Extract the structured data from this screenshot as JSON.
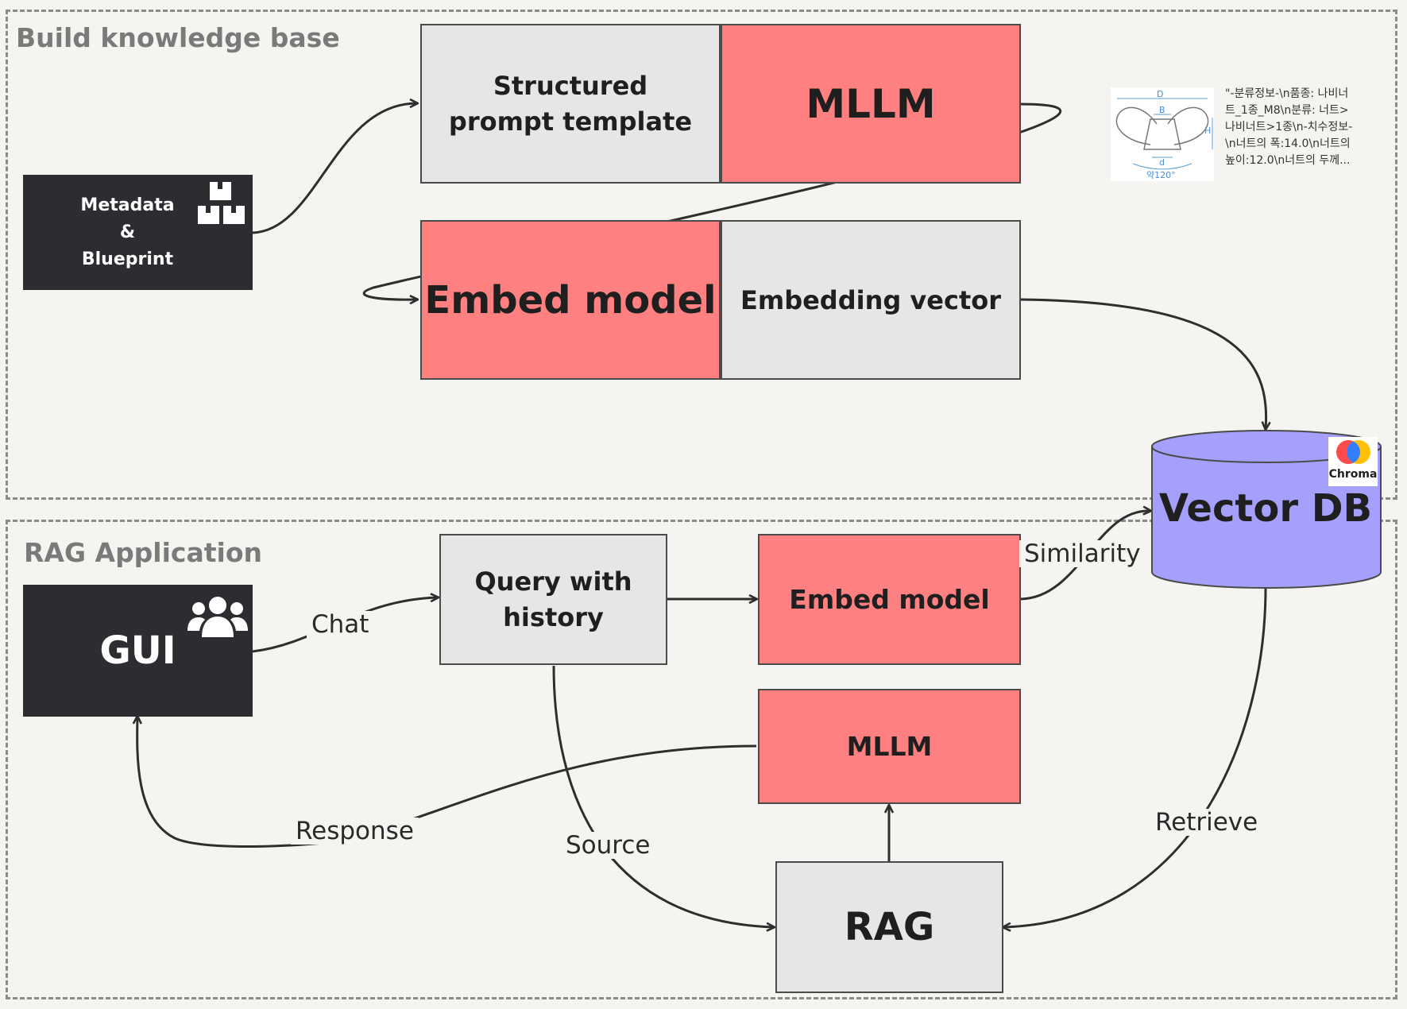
{
  "regions": {
    "build": {
      "label": "Build knowledge base"
    },
    "rag": {
      "label": "RAG Application"
    }
  },
  "build_nodes": {
    "metadata": {
      "label": "Metadata\n&\nBlueprint",
      "icon": "boxes-icon"
    },
    "prompt_template": {
      "label": "Structured prompt template"
    },
    "mllm": {
      "label": "MLLM"
    },
    "embed_model": {
      "label": "Embed model"
    },
    "embedding_vector": {
      "label": "Embedding vector"
    }
  },
  "sample_record": {
    "image": "wing-nut-blueprint",
    "drawing_labels": {
      "d_top": "D",
      "b": "B",
      "h": "H",
      "d_small": "d",
      "angle": "약120°"
    },
    "text": "\"-분류정보-\\n품종: 나비너트_1종_M8\\n분류: 너트>나비너트>1종\\n-치수정보-\\n너트의 폭:14.0\\n너트의 높이:12.0\\n너트의 두께..."
  },
  "vector_db": {
    "label": "Vector DB",
    "badge": "Chroma",
    "colors": {
      "fill": "#a5a0fb",
      "badge_red": "#ff4b4b",
      "badge_yellow": "#ffc107",
      "badge_blue": "#327eff"
    }
  },
  "rag_nodes": {
    "gui": {
      "label": "GUI",
      "icon": "users-icon"
    },
    "query": {
      "label": "Query with history"
    },
    "embed_model": {
      "label": "Embed model"
    },
    "mllm": {
      "label": "MLLM"
    },
    "rag": {
      "label": "RAG"
    }
  },
  "edges": {
    "chat": "Chat",
    "similarity": "Similarity",
    "response": "Response",
    "source": "Source",
    "retrieve": "Retrieve"
  },
  "colors": {
    "red_box": "#ff8080",
    "gray_box": "#e6e6e6",
    "dark_box": "#2b2d31",
    "background": "#f5f4f1"
  }
}
